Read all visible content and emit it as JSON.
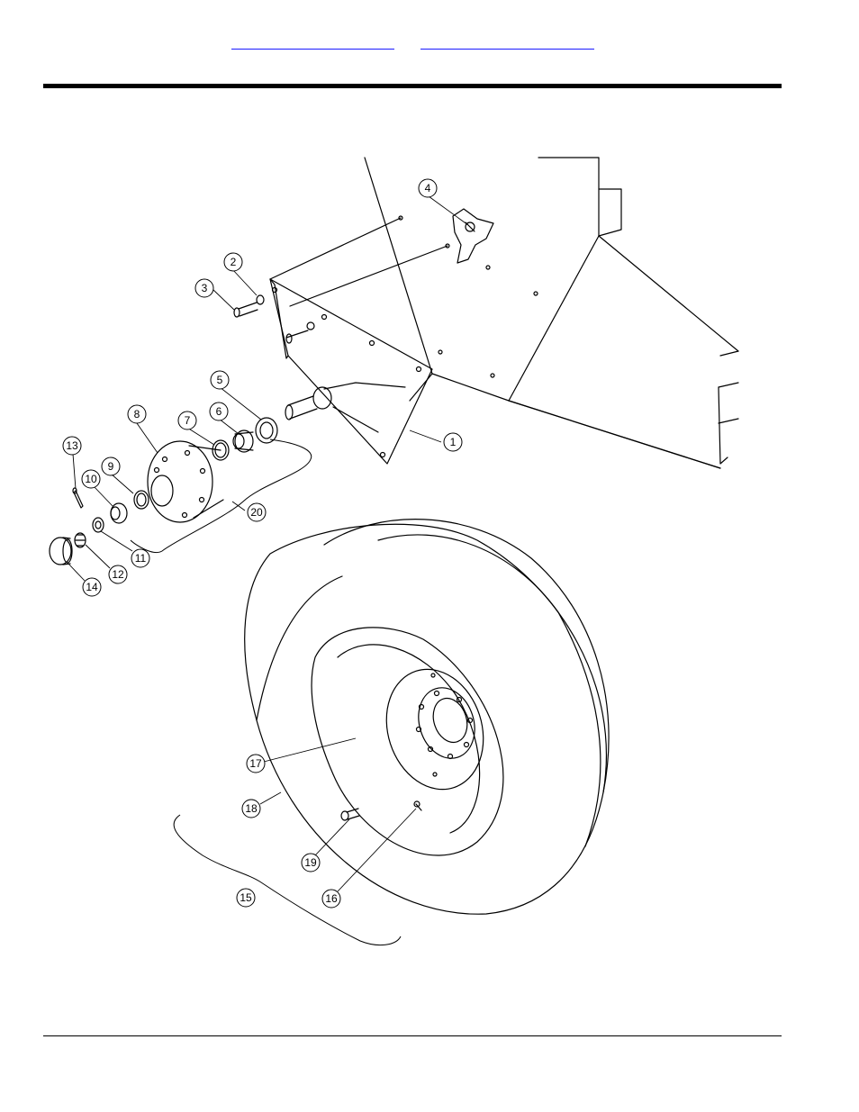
{
  "header": {
    "links": [
      "",
      ""
    ]
  },
  "callouts": [
    {
      "label": "1"
    },
    {
      "label": "2"
    },
    {
      "label": "3"
    },
    {
      "label": "4"
    },
    {
      "label": "5"
    },
    {
      "label": "6"
    },
    {
      "label": "7"
    },
    {
      "label": "8"
    },
    {
      "label": "9"
    },
    {
      "label": "10"
    },
    {
      "label": "11"
    },
    {
      "label": "12"
    },
    {
      "label": "13"
    },
    {
      "label": "14"
    },
    {
      "label": "15"
    },
    {
      "label": "16"
    },
    {
      "label": "17"
    },
    {
      "label": "18"
    },
    {
      "label": "19"
    },
    {
      "label": "20"
    }
  ]
}
